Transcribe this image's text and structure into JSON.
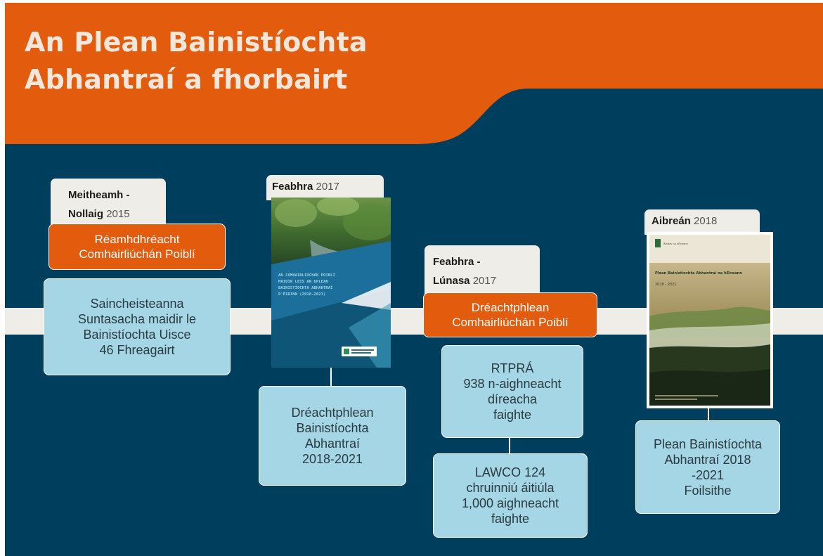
{
  "header": {
    "title_line1": "An Plean Bainistíochta",
    "title_line2": "Abhantraí a fhorbairt"
  },
  "colors": {
    "banner": "#e35b0c",
    "background": "#003e5e",
    "timeline_band": "#efede7",
    "info_box": "#a5d6e6",
    "stage_pill": "#e35b0c"
  },
  "milestones": [
    {
      "date_bold_1": "Meitheamh -",
      "date_bold_2": "Nollaig",
      "year": "2015",
      "stage_line1": "Réamhdhréacht",
      "stage_line2": "Comhairliúchán Poiblí",
      "info": [
        "Saincheisteanna",
        "Suntasacha maidir le",
        "Bainistíochta Uisce",
        "46 Fhreagairt"
      ]
    },
    {
      "date_bold": "Feabhra",
      "year": "2017",
      "cover_text": [
        "AN COMHAIRLIÚCHÁN POIBLÍ",
        "MAIDIR LEIS AN bPLEAN",
        "BAINISTÍOCHTA ABHANTRAÍ",
        "D'ÉIRINN (2018-2021)"
      ],
      "info": [
        "Dréachtphlean",
        "Bainistíochta",
        "Abhantraí",
        "2018-2021"
      ]
    },
    {
      "date_bold_1": "Feabhra -",
      "date_bold_2": "Lúnasa",
      "year": "2017",
      "stage_line1": "Dréachtphlean",
      "stage_line2": "Comhairliúchán Poiblí",
      "info_a": [
        "RTPRÁ",
        "938 n-aighneacht",
        "díreacha",
        "faighte"
      ],
      "info_b": [
        "LAWCO 124",
        "chruinniú áitiúla",
        "1,000 aighneacht",
        "faighte"
      ]
    },
    {
      "date_bold": "Aibreán",
      "year": "2018",
      "cover_text": [
        "Rialtas na hÉireann",
        "Plean Bainistíochta Abhantraí na hÉireann",
        "2018 - 2021"
      ],
      "info": [
        "Plean Bainistíochta",
        "Abhantraí 2018",
        "-2021",
        "Foilsithe"
      ]
    }
  ]
}
